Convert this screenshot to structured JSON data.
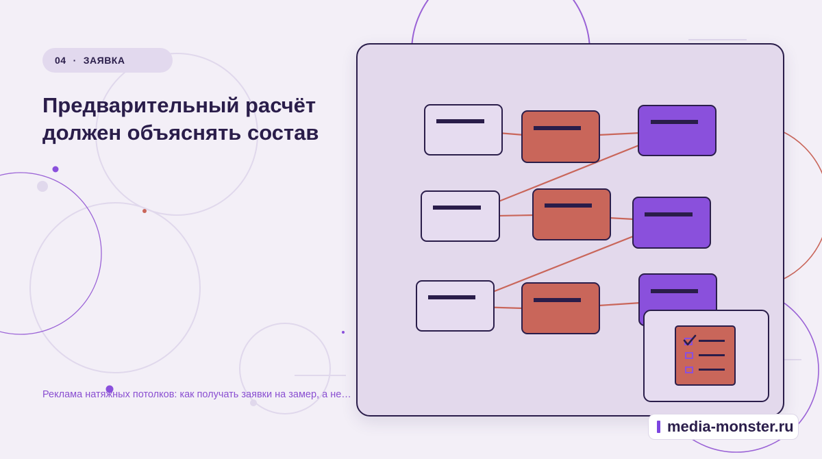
{
  "badge": {
    "number": "04",
    "separator": "·",
    "label": "ЗАЯВКА"
  },
  "title": "Предварительный расчёт должен объяснять состав",
  "subtitle": "Реклама натяжных потолков: как получать заявки на замер, а не…",
  "brand": {
    "text": "media-monster.ru"
  },
  "colors": {
    "background": "#f3eff7",
    "ink": "#2a1d4a",
    "accent_purple": "#8a50dc",
    "accent_terracotta": "#c9665a",
    "panel": "#e3d9ec",
    "node_light": "#e6dcf0"
  },
  "diagram": {
    "nodes": [
      {
        "type": "light"
      },
      {
        "type": "terracotta"
      },
      {
        "type": "purple"
      },
      {
        "type": "light"
      },
      {
        "type": "terracotta"
      },
      {
        "type": "purple"
      },
      {
        "type": "light"
      },
      {
        "type": "terracotta"
      },
      {
        "type": "purple"
      }
    ],
    "icons": [
      "checklist-icon"
    ]
  }
}
